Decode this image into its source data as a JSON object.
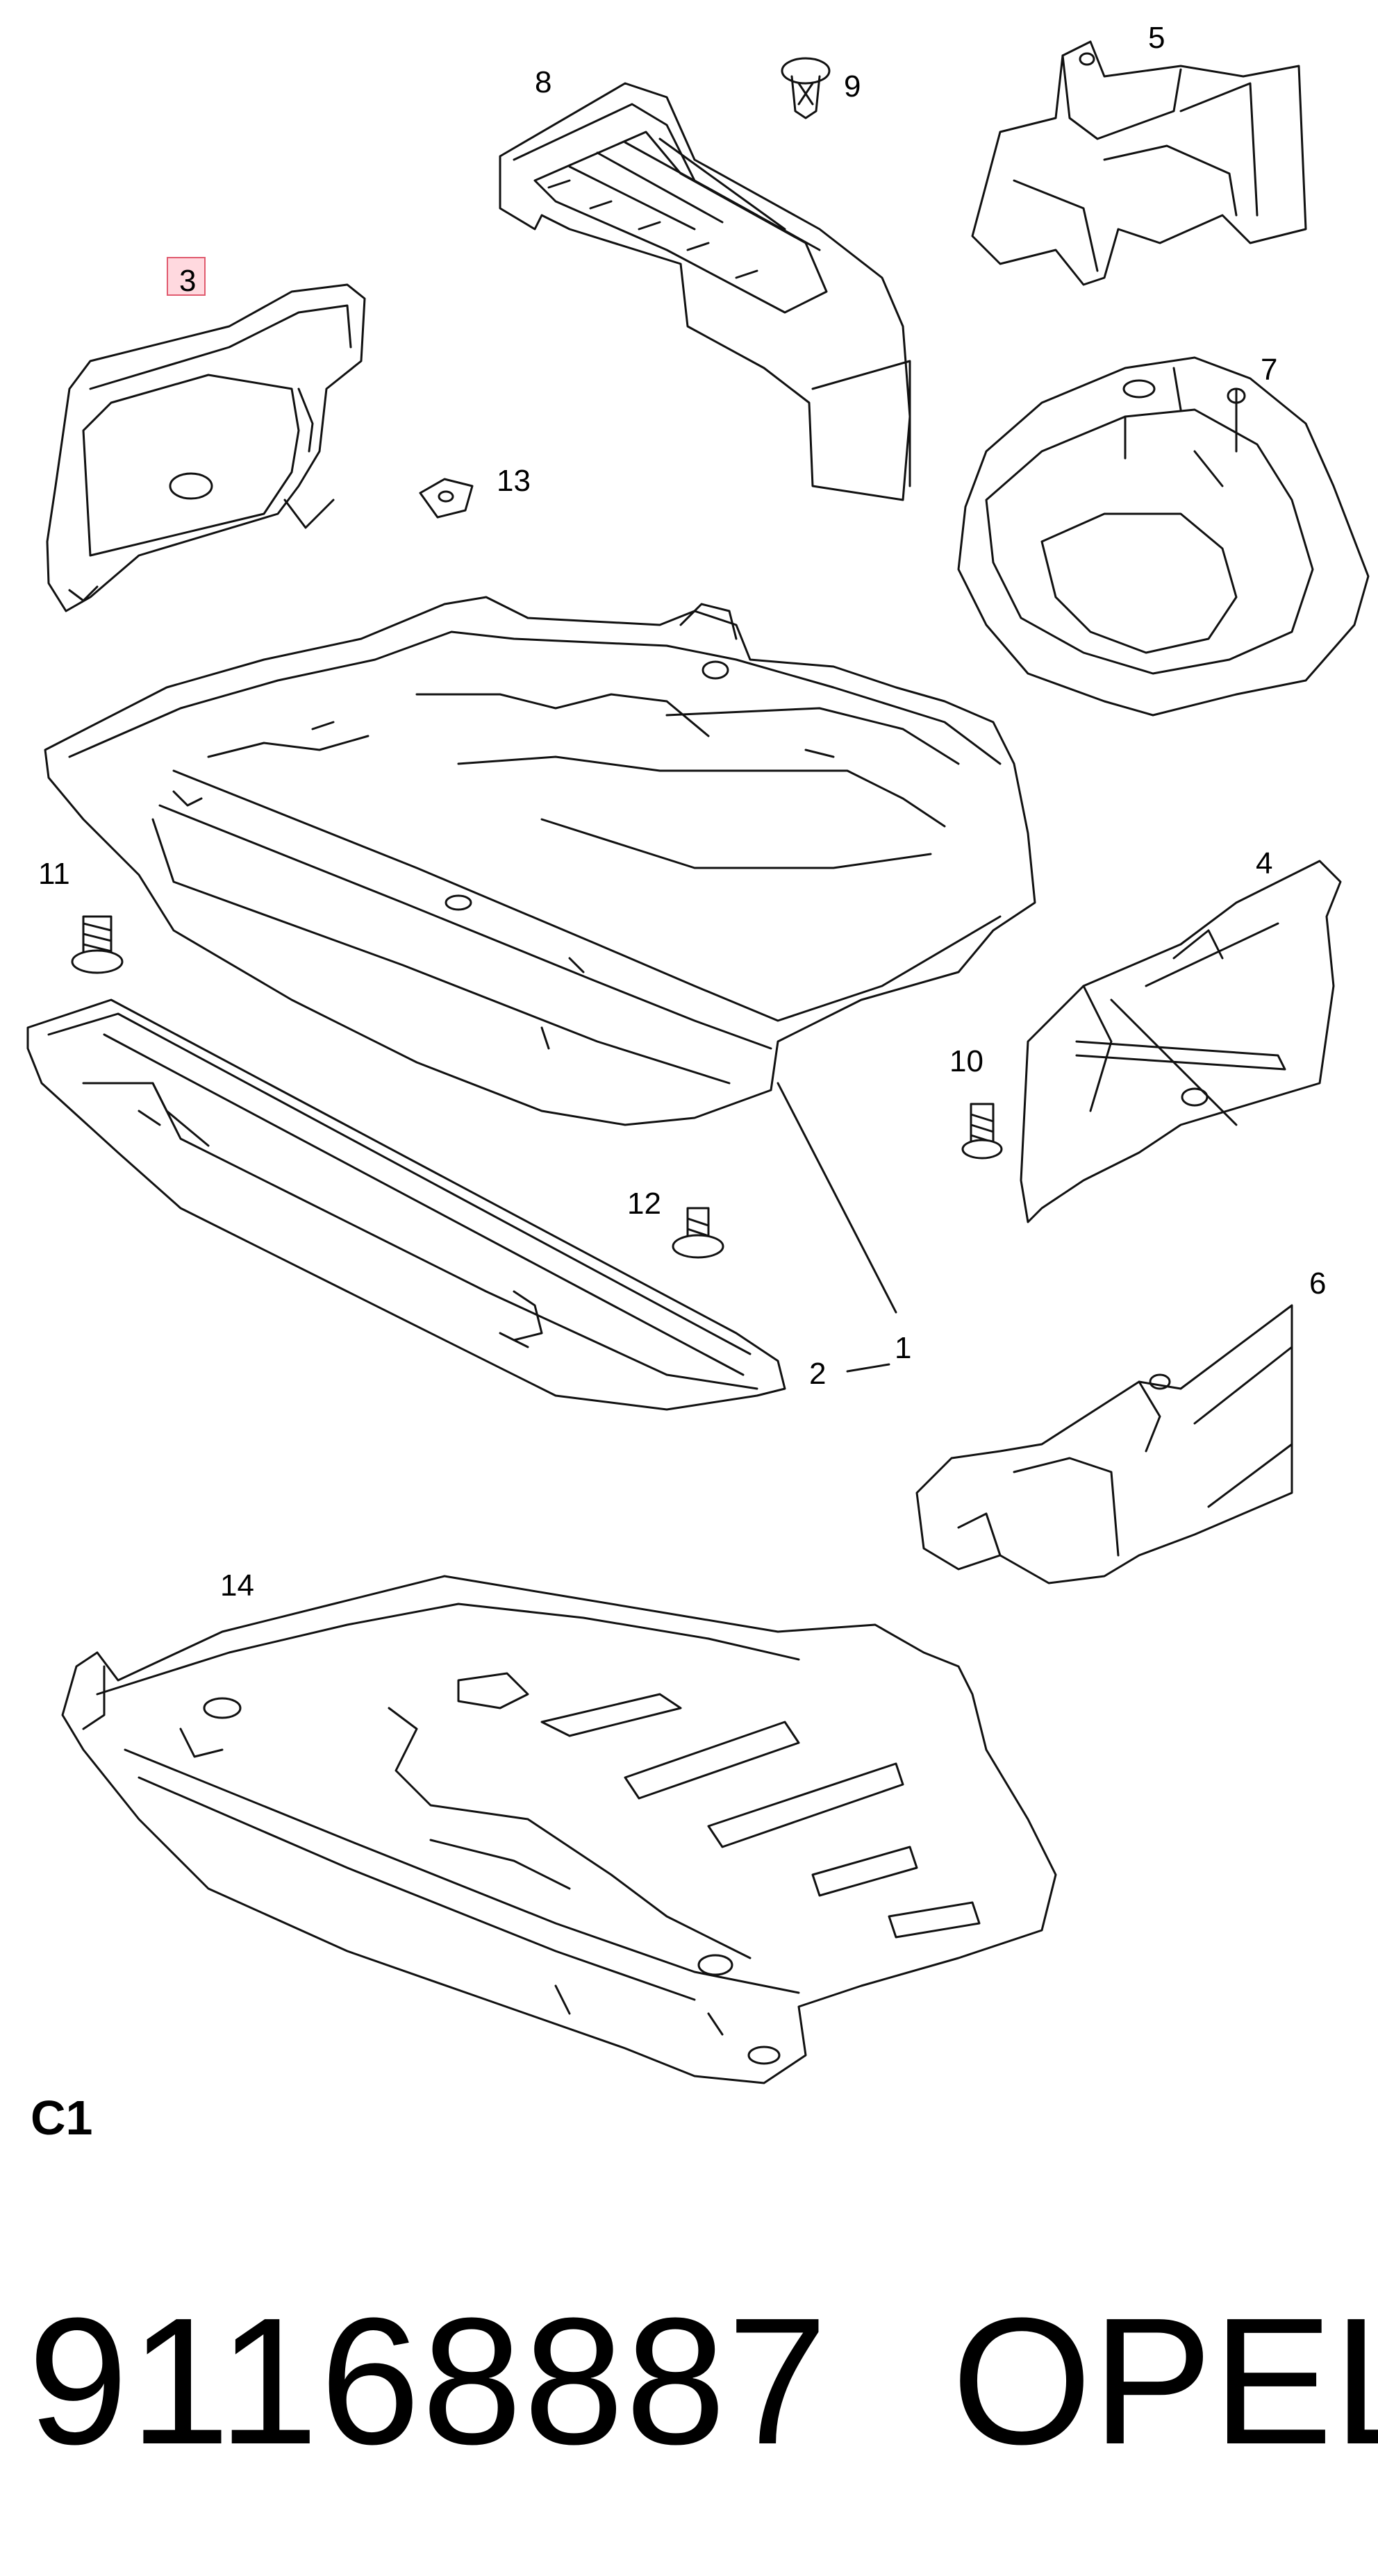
{
  "callouts": {
    "c1": "1",
    "c2": "2",
    "c3": "3",
    "c4": "4",
    "c5": "5",
    "c6": "6",
    "c7": "7",
    "c8": "8",
    "c9": "9",
    "c10": "10",
    "c11": "11",
    "c12": "12",
    "c13": "13",
    "c14": "14"
  },
  "highlighted_callout": "3",
  "highlight_color": "#f4a6b4",
  "section_code": "C1",
  "part_number": "91168887",
  "brand": "OPEL"
}
